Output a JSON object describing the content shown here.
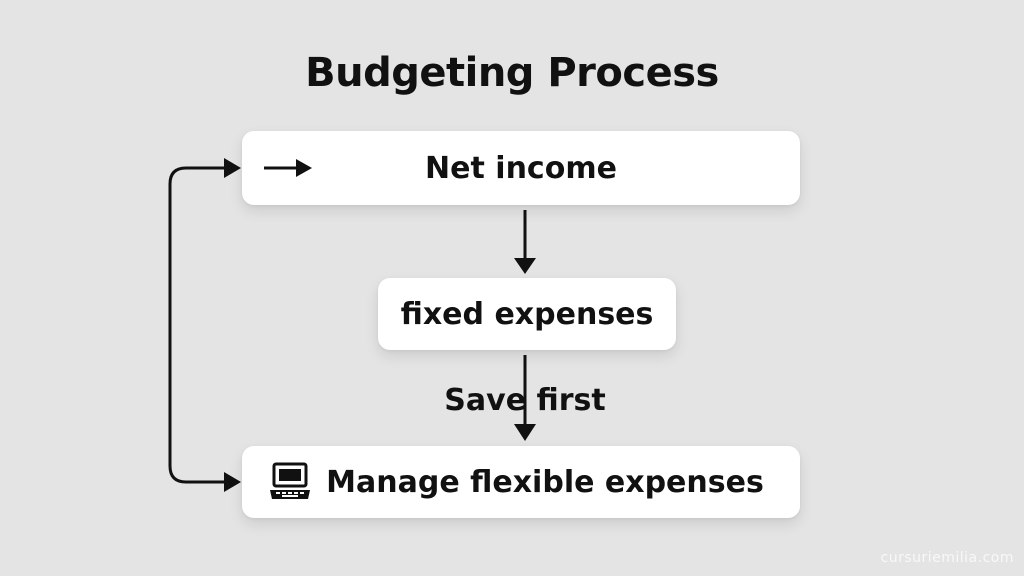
{
  "diagram": {
    "title": "Budgeting Process",
    "nodes": {
      "net_income": {
        "label": "Net income",
        "icon": "right-arrow-icon"
      },
      "fixed_expenses": {
        "label": "fixed expenses"
      },
      "flexible_expenses": {
        "label": "Manage flexible expenses",
        "icon": "laptop-icon"
      }
    },
    "edges": [
      {
        "from": "net_income",
        "to": "fixed_expenses"
      },
      {
        "from": "fixed_expenses",
        "to": "flexible_expenses",
        "label": "Save first"
      },
      {
        "from": "flexible_expenses",
        "to": "net_income",
        "kind": "loop-back"
      }
    ],
    "step_label": "Save first",
    "watermark": "cursuriemilia.com"
  },
  "colors": {
    "background": "#e4e4e4",
    "box": "#ffffff",
    "stroke": "#111111"
  }
}
